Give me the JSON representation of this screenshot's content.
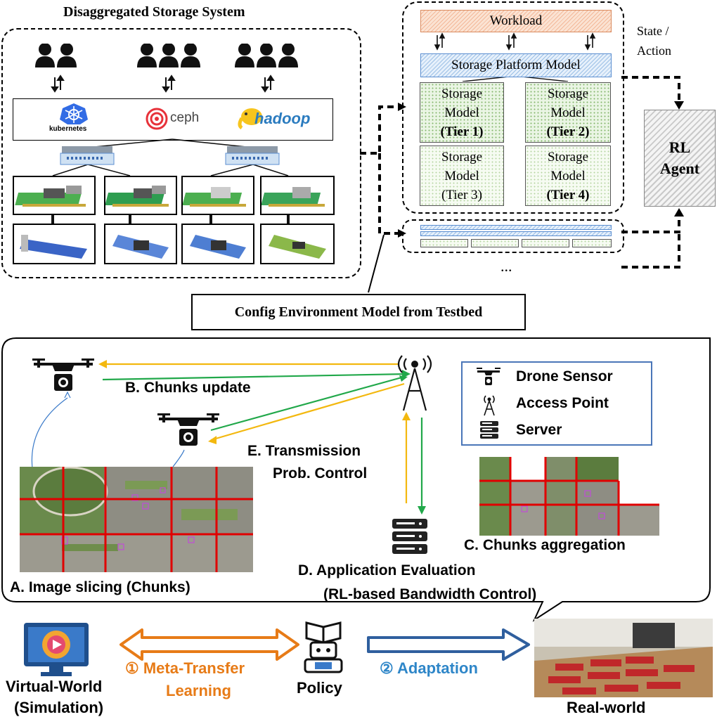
{
  "storage": {
    "title": "Disaggregated Storage System",
    "kubernetes": "kubernetes",
    "ceph": "ceph",
    "hadoop": "hadoop",
    "config_label": "Config Environment Model from Testbed"
  },
  "platform": {
    "workload": "Workload",
    "platform_model": "Storage Platform Model",
    "state_action": "State /\nAction",
    "rl_agent": "RL\nAgent",
    "ellipsis": "...",
    "tiers": [
      {
        "line1": "Storage",
        "line2": "Model",
        "tier": "(Tier 1)",
        "tier_bold": true
      },
      {
        "line1": "Storage",
        "line2": "Model",
        "tier": "(Tier 2)",
        "tier_bold": true
      },
      {
        "line1": "Storage",
        "line2": "Model",
        "tier": "(Tier 3)",
        "tier_bold": false
      },
      {
        "line1": "Storage",
        "line2": "Model",
        "tier": "(Tier 4)",
        "tier_bold": true
      }
    ]
  },
  "drone": {
    "legend": [
      {
        "icon": "drone-icon",
        "label": "Drone Sensor"
      },
      {
        "icon": "antenna-icon",
        "label": "Access Point"
      },
      {
        "icon": "server-icon",
        "label": "Server"
      }
    ],
    "chunks_update": "B. Chunks update",
    "transmission_1": "E. Transmission",
    "transmission_2": "Prob. Control",
    "image_slicing": "A. Image slicing (Chunks)",
    "chunks_aggregation": "C. Chunks aggregation",
    "app_eval_1": "D. Application Evaluation",
    "app_eval_2": "(RL-based Bandwidth Control)"
  },
  "bottom": {
    "virtual_world_1": "Virtual-World",
    "virtual_world_2": "(Simulation)",
    "meta_transfer_1": "① Meta-Transfer",
    "meta_transfer_2": "Learning",
    "policy": "Policy",
    "adaptation": "② Adaptation",
    "real_world": "Real-world"
  },
  "colors": {
    "yellow_arrow": "#f3b80f",
    "green_arrow": "#21a84a",
    "orange_text": "#e77b17",
    "blue_text": "#2e86c8",
    "grid_red": "#e00000",
    "legend_border": "#4a76b8"
  }
}
